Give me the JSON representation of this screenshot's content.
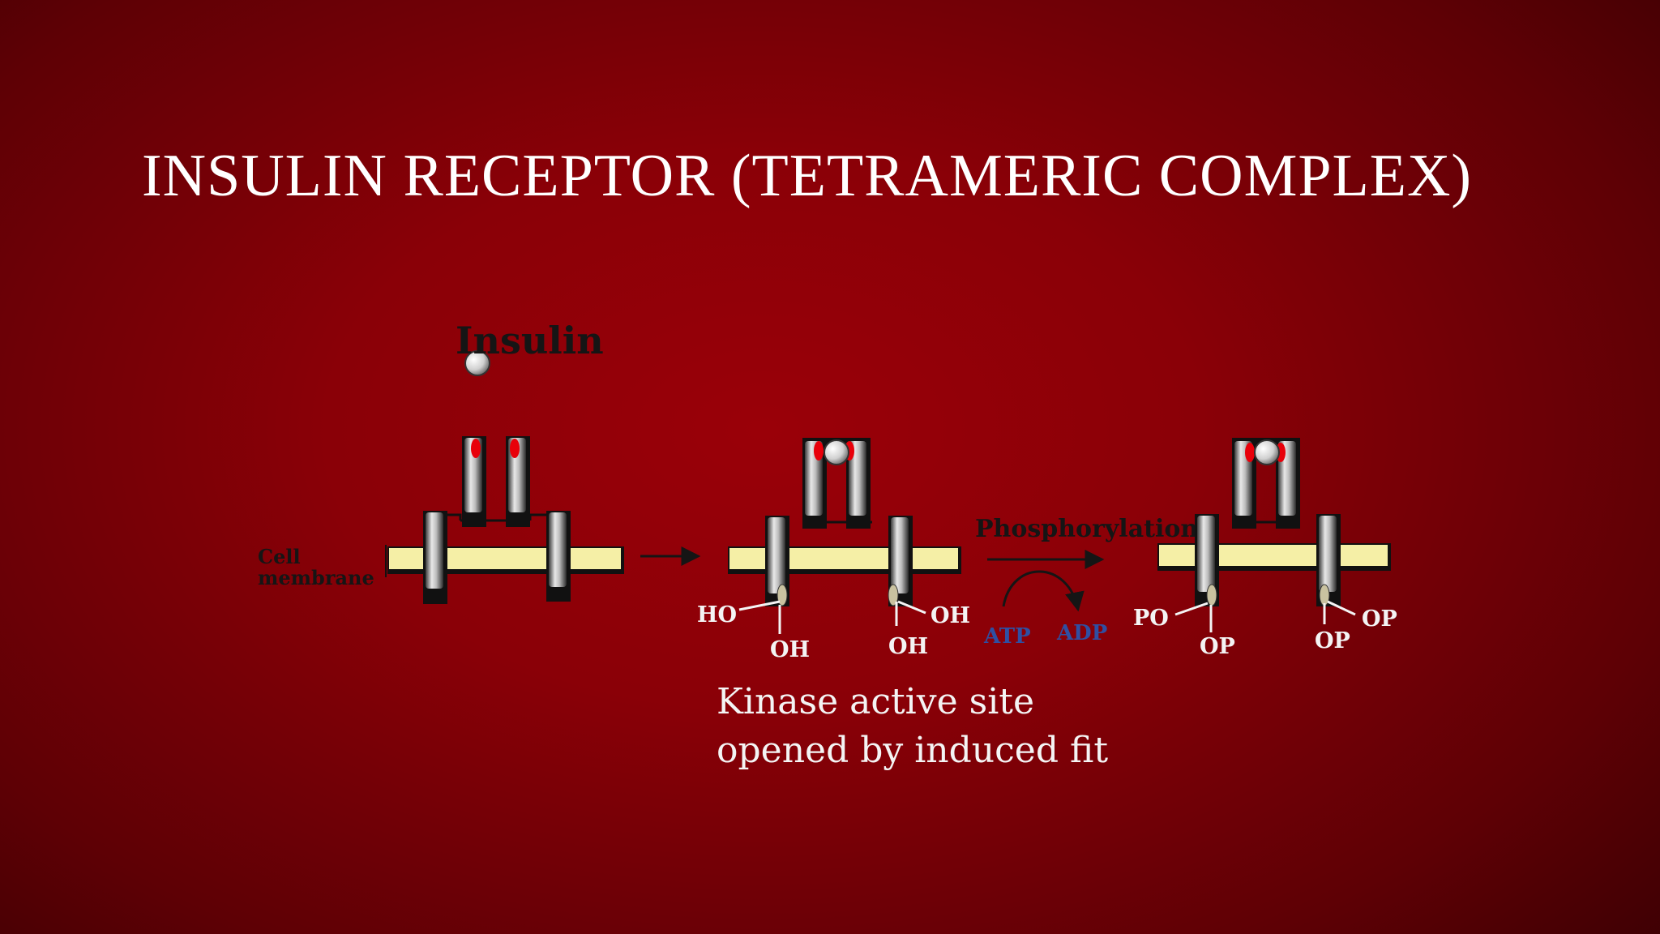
{
  "slide": {
    "title": "INSULIN RECEPTOR (TETRAMERIC COMPLEX)"
  },
  "diagram": {
    "insulin_label": "Insulin",
    "membrane_label_line1": "Cell",
    "membrane_label_line2": "membrane",
    "phosphorylation_label": "Phosphorylation",
    "atp_label": "ATP",
    "adp_label": "ADP",
    "stage2": {
      "left_ho": "HO",
      "left_oh": "OH",
      "right_oh_below": "OH",
      "right_oh_side": "OH"
    },
    "stage3": {
      "left_po": "PO",
      "left_op": "OP",
      "right_op_below": "OP",
      "right_op_side": "OP"
    },
    "caption_line1": "Kinase active site",
    "caption_line2": "opened by induced fit"
  },
  "colors": {
    "background": "#8a0007",
    "membrane": "#f5efa6",
    "insulin_binding_site": "#e8000a",
    "title": "#ffffff"
  }
}
